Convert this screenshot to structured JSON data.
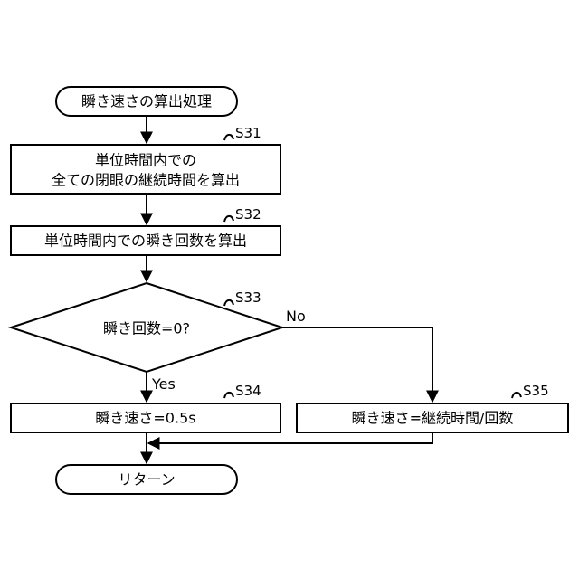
{
  "start": {
    "label": "瞬き速さの算出処理"
  },
  "end": {
    "label": "リターン"
  },
  "steps": {
    "s31": {
      "id": "S31",
      "line1": "単位時間内での",
      "line2": "全ての閉眼の継続時間を算出"
    },
    "s32": {
      "id": "S32",
      "label": "単位時間内での瞬き回数を算出"
    },
    "s33": {
      "id": "S33",
      "label": "瞬き回数=0?",
      "yes": "Yes",
      "no": "No"
    },
    "s34": {
      "id": "S34",
      "label": "瞬き速さ=0.5s"
    },
    "s35": {
      "id": "S35",
      "label": "瞬き速さ=継続時間/回数"
    }
  }
}
